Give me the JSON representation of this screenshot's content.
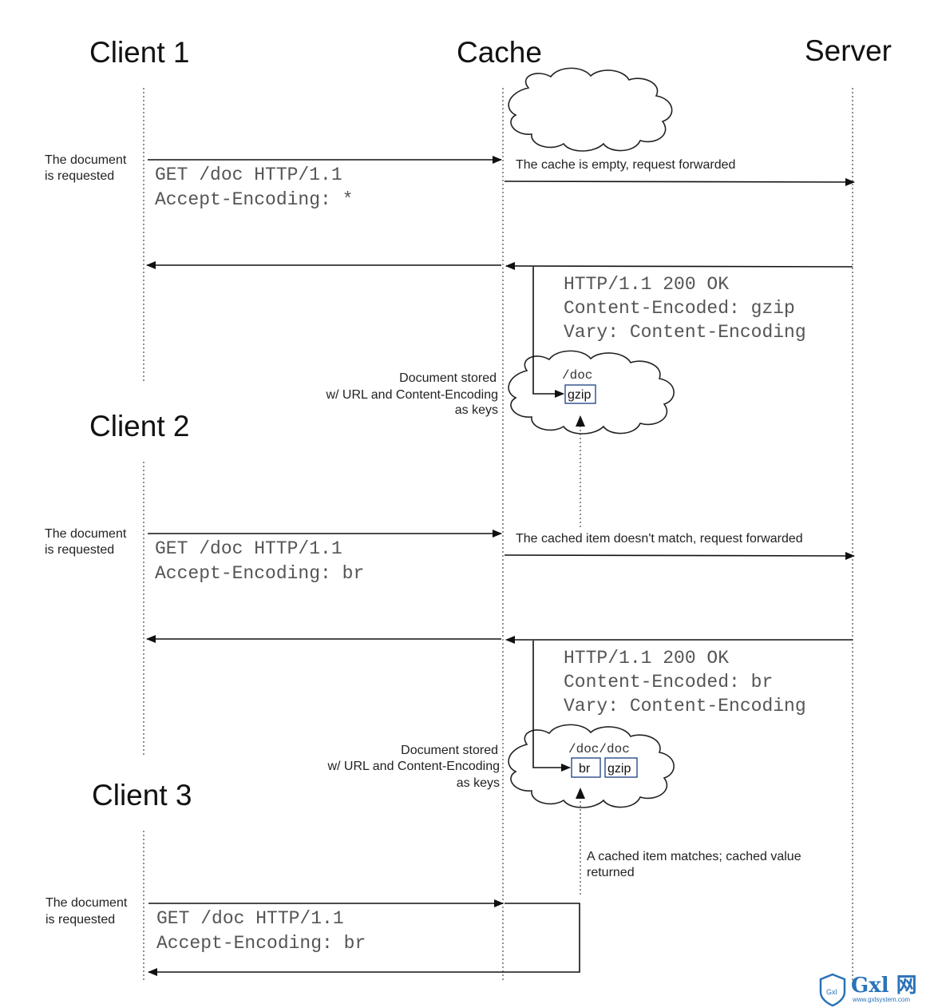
{
  "headers": {
    "client1": "Client 1",
    "cache": "Cache",
    "server": "Server",
    "client2": "Client 2",
    "client3": "Client 3"
  },
  "section1": {
    "requested_line1": "The document",
    "requested_line2": "is requested",
    "req_line1": "GET /doc HTTP/1.1",
    "req_line2": "Accept-Encoding: *",
    "forward_note": "The cache is empty, request forwarded",
    "resp_line1": "HTTP/1.1 200 OK",
    "resp_line2": "Content-Encoded: gzip",
    "resp_line3": "Vary: Content-Encoding",
    "stored_line1": "Document stored",
    "stored_line2": "w/ URL and Content-Encoding",
    "stored_line3": "as keys",
    "cloud_path": "/doc",
    "cloud_key": "gzip"
  },
  "section2": {
    "requested_line1": "The document",
    "requested_line2": "is requested",
    "req_line1": "GET /doc HTTP/1.1",
    "req_line2": "Accept-Encoding: br",
    "forward_note": "The cached item doesn't match, request forwarded",
    "resp_line1": "HTTP/1.1 200 OK",
    "resp_line2": "Content-Encoded: br",
    "resp_line3": "Vary: Content-Encoding",
    "stored_line1": "Document stored",
    "stored_line2": "w/ URL and Content-Encoding",
    "stored_line3": "as keys",
    "cloud_path": "/doc/doc",
    "cloud_key1": "br",
    "cloud_key2": "gzip"
  },
  "section3": {
    "requested_line1": "The document",
    "requested_line2": "is requested",
    "req_line1": "GET /doc HTTP/1.1",
    "req_line2": "Accept-Encoding: br",
    "match_line1": "A cached item matches; cached value",
    "match_line2": "returned"
  },
  "watermark": {
    "badge": "Gxl",
    "brand": "Gxl 网",
    "url": "www.gxlsystem.com"
  },
  "colors": {
    "watermark": "#2a73b8",
    "key_box_border": "#2a4a8a"
  }
}
